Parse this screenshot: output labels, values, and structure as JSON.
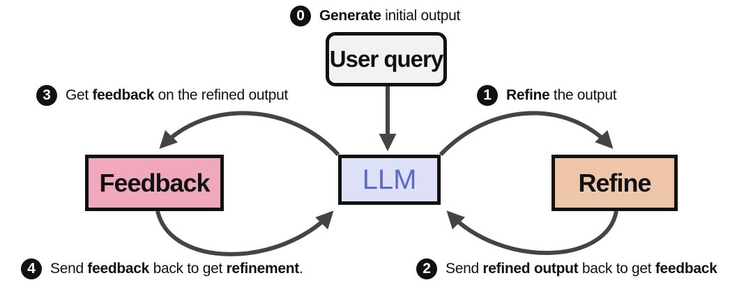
{
  "nodes": {
    "user_query": "User query",
    "llm": "LLM",
    "feedback": "Feedback",
    "refine": "Refine"
  },
  "steps": {
    "s0": {
      "num": "0",
      "bold": "Generate",
      "rest": " initial output"
    },
    "s1": {
      "num": "1",
      "bold": "Refine",
      "rest": " the output"
    },
    "s2": {
      "num": "2",
      "pre": "Send ",
      "bold": "refined output",
      "mid": " back to get ",
      "bold2": "feedback"
    },
    "s3": {
      "num": "3",
      "pre": "Get ",
      "bold": "feedback",
      "rest": " on the refined output"
    },
    "s4": {
      "num": "4",
      "pre": "Send ",
      "bold": "feedback",
      "mid": " back to get ",
      "bold2": "refinement",
      "end": "."
    }
  },
  "colors": {
    "llm_fill": "#dde0f6",
    "llm_text": "#5b69c8",
    "feedback_fill": "#f1a8bd",
    "refine_fill": "#efc6aa",
    "user_query_fill": "#f2f2f2",
    "arrow": "#444444"
  }
}
